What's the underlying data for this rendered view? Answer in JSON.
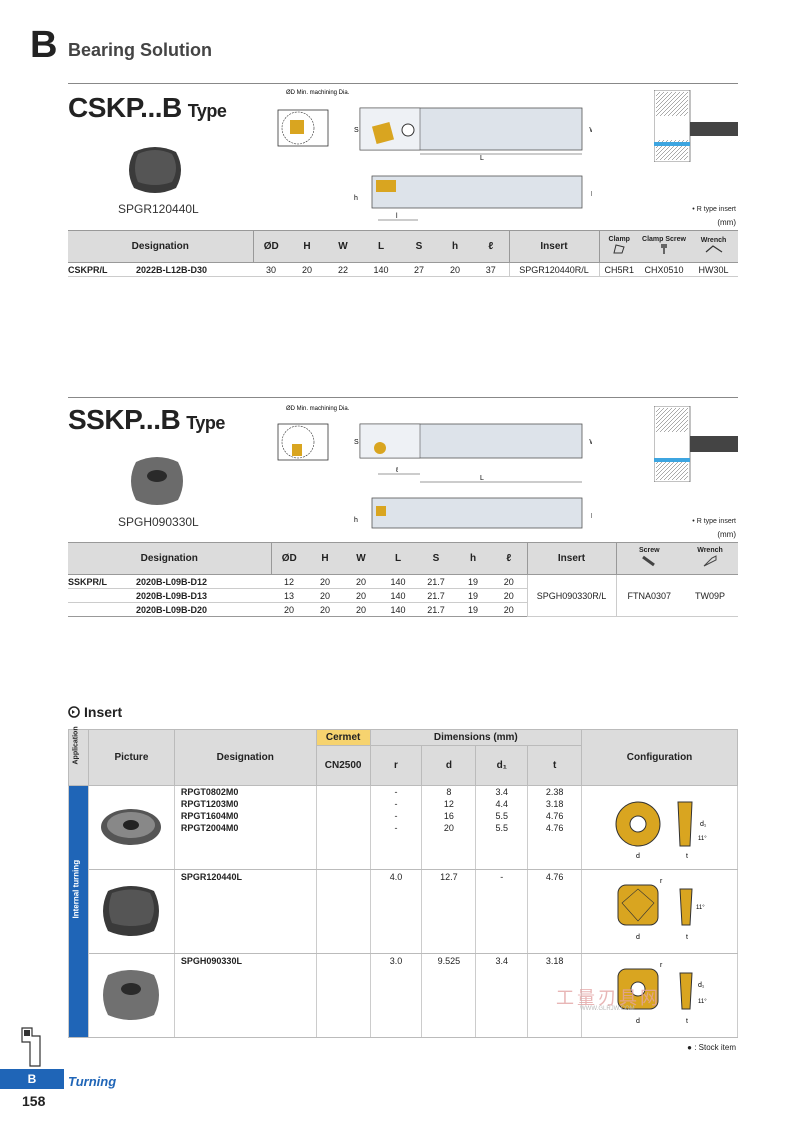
{
  "header": {
    "letter": "B",
    "title": "Bearing Solution"
  },
  "section1": {
    "title": "CSKP...B",
    "title_suffix": "Type",
    "insert_label": "SPGR120440L",
    "drawing_note": "ØD Min. machining Dia.",
    "note_r": "• R type insert",
    "note_unit": "(mm)",
    "dims": {
      "S": "S",
      "W": "W",
      "L": "L",
      "H": "H",
      "h": "h",
      "l": "l"
    },
    "columns": [
      "Designation",
      "ØD",
      "H",
      "W",
      "L",
      "S",
      "h",
      "ℓ",
      "Insert",
      "Clamp",
      "Clamp Screw",
      "Wrench"
    ],
    "rows": [
      {
        "prefix": "CSKPR/L",
        "designation": "2022B-L12B-D30",
        "D": "30",
        "H": "20",
        "W": "22",
        "L": "140",
        "S": "27",
        "h": "20",
        "l": "37",
        "insert": "SPGR120440R/L",
        "clamp": "CH5R1",
        "screw": "CHX0510",
        "wrench": "HW30L"
      }
    ]
  },
  "section2": {
    "title": "SSKP...B",
    "title_suffix": "Type",
    "insert_label": "SPGH090330L",
    "drawing_note": "ØD Min. machining Dia.",
    "note_r": "• R type insert",
    "note_unit": "(mm)",
    "dims": {
      "S": "S",
      "W": "W",
      "L": "L",
      "H": "H",
      "h": "h",
      "l": "ℓ"
    },
    "columns": [
      "Designation",
      "ØD",
      "H",
      "W",
      "L",
      "S",
      "h",
      "ℓ",
      "Insert",
      "Screw",
      "Wrench"
    ],
    "prefix": "SSKPR/L",
    "rows": [
      {
        "designation": "2020B-L09B-D12",
        "D": "12",
        "H": "20",
        "W": "20",
        "L": "140",
        "S": "21.7",
        "h": "19",
        "l": "20"
      },
      {
        "designation": "2020B-L09B-D13",
        "D": "13",
        "H": "20",
        "W": "20",
        "L": "140",
        "S": "21.7",
        "h": "19",
        "l": "20"
      },
      {
        "designation": "2020B-L09B-D20",
        "D": "20",
        "H": "20",
        "W": "20",
        "L": "140",
        "S": "21.7",
        "h": "19",
        "l": "20"
      }
    ],
    "insert": "SPGH090330R/L",
    "screw": "FTNA0307",
    "wrench": "TW09P"
  },
  "insert_table": {
    "heading": "Insert",
    "headers": {
      "application": "Application",
      "picture": "Picture",
      "designation": "Designation",
      "cermet": "Cermet",
      "grade": "CN2500",
      "dimensions": "Dimensions (mm)",
      "r": "r",
      "d": "d",
      "d1": "d₁",
      "t": "t",
      "configuration": "Configuration"
    },
    "application_label": "Internal turning",
    "groups": [
      {
        "rows": [
          {
            "designation": "RPGT0802M0",
            "r": "-",
            "d": "8",
            "d1": "3.4",
            "t": "2.38"
          },
          {
            "designation": "RPGT1203M0",
            "r": "-",
            "d": "12",
            "d1": "4.4",
            "t": "3.18"
          },
          {
            "designation": "RPGT1604M0",
            "r": "-",
            "d": "16",
            "d1": "5.5",
            "t": "4.76"
          },
          {
            "designation": "RPGT2004M0",
            "r": "-",
            "d": "20",
            "d1": "5.5",
            "t": "4.76"
          }
        ]
      },
      {
        "rows": [
          {
            "designation": "SPGR120440L",
            "r": "4.0",
            "d": "12.7",
            "d1": "-",
            "t": "4.76"
          }
        ]
      },
      {
        "rows": [
          {
            "designation": "SPGH090330L",
            "r": "3.0",
            "d": "9.525",
            "d1": "3.4",
            "t": "3.18"
          }
        ]
      }
    ],
    "config_labels": {
      "d": "d",
      "d1": "d₁",
      "t": "t",
      "r": "r",
      "angle": "11°"
    }
  },
  "footer": {
    "stock_note": "● : Stock item",
    "tab_letter": "B",
    "tab_name": "Turning",
    "page": "158",
    "watermark": "工量刃具网",
    "watermark_url": "WWW.GLRJW.COM"
  },
  "colors": {
    "accent": "#1f65b7",
    "cermet": "#f6d36f",
    "header_gray": "#dcdcdc",
    "gold": "#d9a520"
  }
}
